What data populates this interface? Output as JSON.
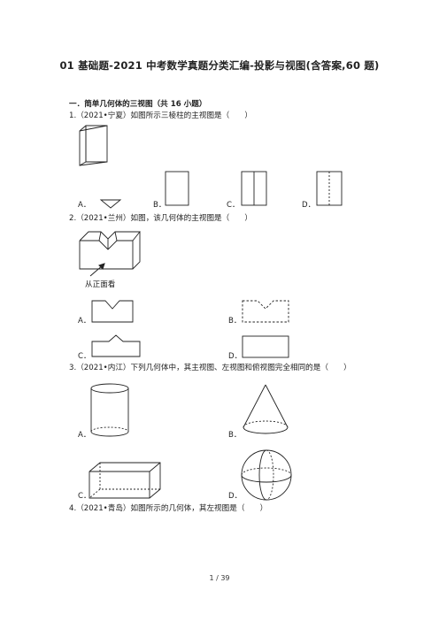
{
  "title": "01 基础题-2021 中考数学真题分类汇编-投影与视图(含答案,60 题)",
  "section_heading": "一．简单几何体的三视图（共 16 小题）",
  "questions": [
    {
      "stem": "1.（2021•宁夏）如图所示三棱柱的主视图是（　　）",
      "options": [
        "A．",
        "B．",
        "C．",
        "D．"
      ]
    },
    {
      "stem": "2.（2021•兰州）如图，该几何体的主视图是（　　）",
      "figure_caption": "从正面看",
      "options": [
        "A．",
        "B．",
        "C．",
        "D．"
      ]
    },
    {
      "stem": "3.（2021•内江）下列几何体中，其主视图、左视图和俯视图完全相同的是（　　）",
      "options": [
        "A．",
        "B．",
        "C．",
        "D．"
      ]
    },
    {
      "stem": "4.（2021•青岛）如图所示的几何体，其左视图是（　　）"
    }
  ],
  "page_number": "1 / 39"
}
